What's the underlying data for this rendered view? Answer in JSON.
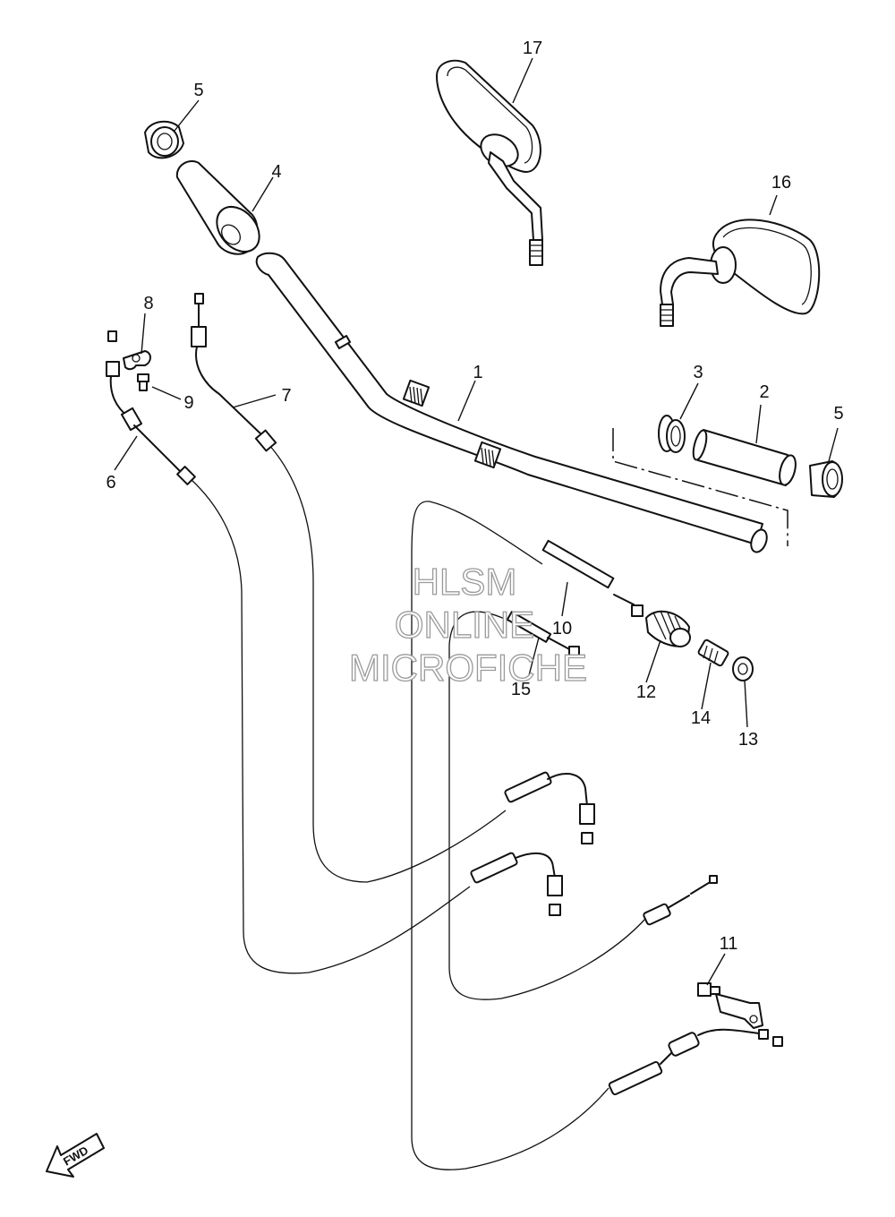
{
  "diagram": {
    "callouts": [
      {
        "id": "c1",
        "label": "1"
      },
      {
        "id": "c2",
        "label": "2"
      },
      {
        "id": "c3",
        "label": "3"
      },
      {
        "id": "c4",
        "label": "4"
      },
      {
        "id": "c5a",
        "label": "5"
      },
      {
        "id": "c5b",
        "label": "5"
      },
      {
        "id": "c6",
        "label": "6"
      },
      {
        "id": "c7",
        "label": "7"
      },
      {
        "id": "c8",
        "label": "8"
      },
      {
        "id": "c9",
        "label": "9"
      },
      {
        "id": "c10",
        "label": "10"
      },
      {
        "id": "c11",
        "label": "11"
      },
      {
        "id": "c12",
        "label": "12"
      },
      {
        "id": "c13",
        "label": "13"
      },
      {
        "id": "c14",
        "label": "14"
      },
      {
        "id": "c15",
        "label": "15"
      },
      {
        "id": "c16",
        "label": "16"
      },
      {
        "id": "c17",
        "label": "17"
      }
    ],
    "watermark": {
      "line1": "HLSM",
      "line2": "ONLINE",
      "line3": "MICROFICHE"
    },
    "fwd_label": "FWD"
  }
}
